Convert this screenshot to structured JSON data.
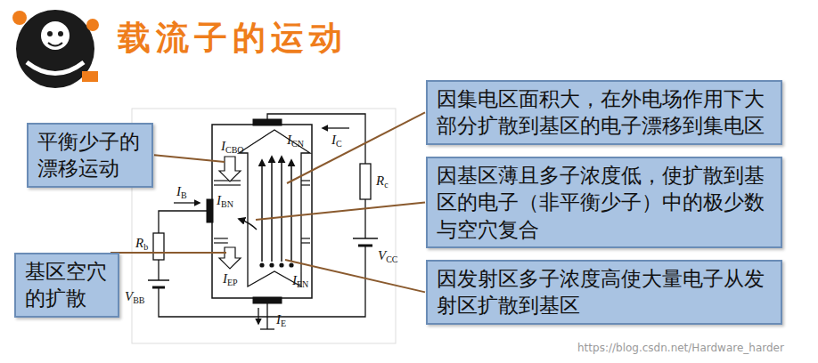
{
  "diagram": {
    "title": "载流子的运动",
    "nodes": [
      {
        "text": [
          "平衡少子的漂移运动"
        ]
      },
      {
        "text": [
          "基区空穴的扩散"
        ]
      },
      {
        "text": [
          "因集电区面积大，在外电场作用下大部分扩散到基区的电子漂移到集电区"
        ]
      },
      {
        "text": [
          "因基区薄且多子浓度低，使扩散到基区的电子（非平衡少子）中的极少数与空穴复合"
        ]
      },
      {
        "text": [
          "因发射区多子浓度高使大量电子从发射区扩散到基区"
        ]
      }
    ],
    "labels": [
      "ICBO",
      "ICN",
      "IC",
      "IB",
      "IBN",
      "Rb",
      "Rc",
      "VBB",
      "VCC",
      "IEP",
      "IEN",
      "IE",
      "https://blog.csdn.net/Hardware_harder"
    ]
  }
}
